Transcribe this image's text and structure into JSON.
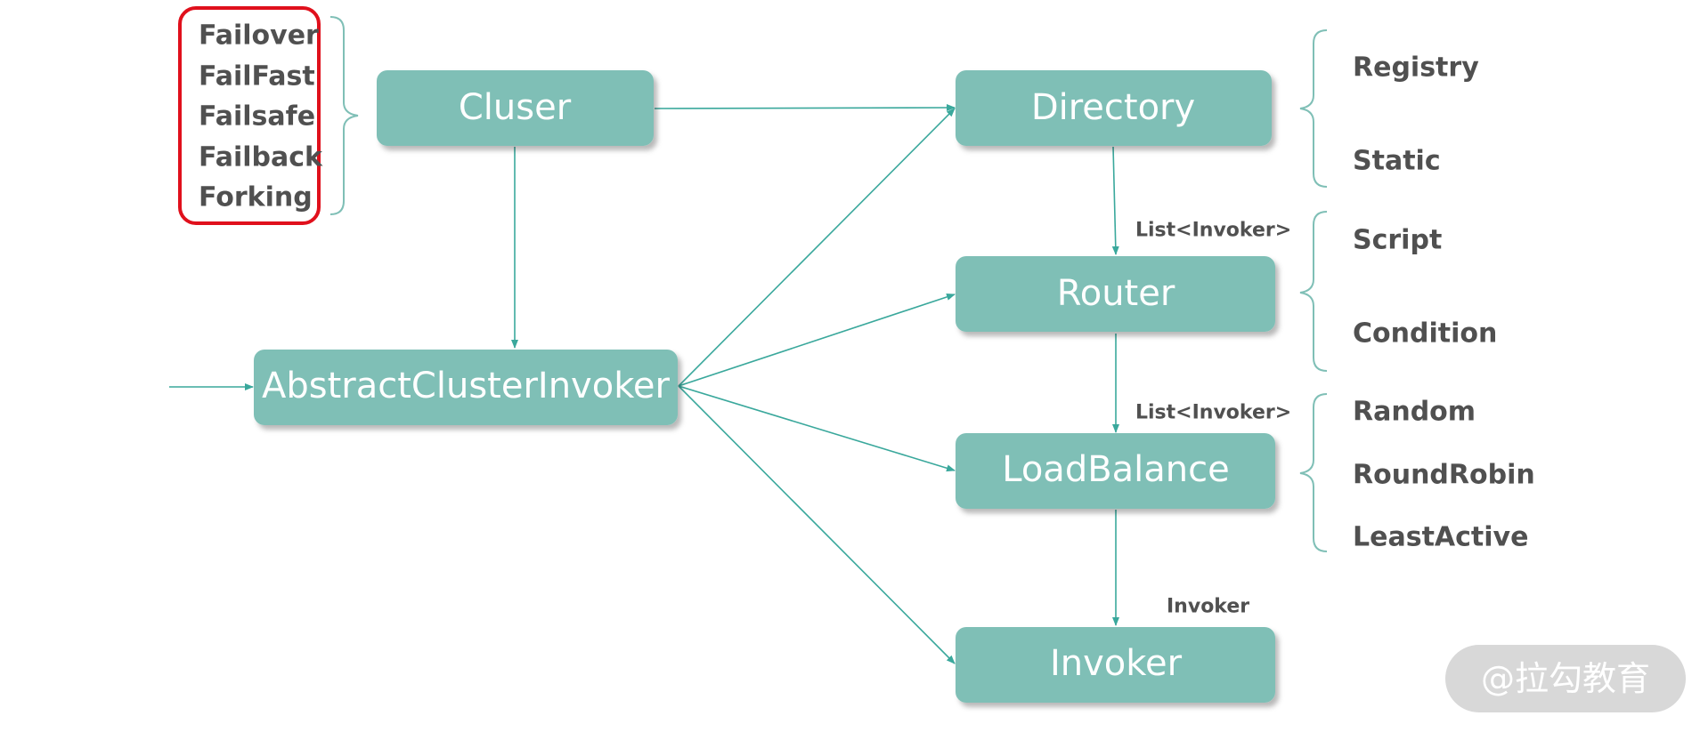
{
  "boxes": {
    "cluser": "Cluser",
    "directory": "Directory",
    "router": "Router",
    "abstract_cluster_invoker": "AbstractClusterInvoker",
    "load_balance": "LoadBalance",
    "invoker": "Invoker"
  },
  "cluster_strategies": [
    "Failover",
    "FailFast",
    "Failsafe",
    "Failback",
    "Forking"
  ],
  "directory_types": [
    "Registry",
    "Static"
  ],
  "router_types": [
    "Script",
    "Condition"
  ],
  "load_balance_types": [
    "Random",
    "RoundRobin",
    "LeastActive"
  ],
  "edge_labels": {
    "directory_to_router": "List<Invoker>",
    "router_to_load_balance": "List<Invoker>",
    "load_balance_to_invoker": "Invoker"
  },
  "watermark": "@拉勾教育",
  "colors": {
    "box_fill": "#7fbfb6",
    "box_text": "#ffffff",
    "connector": "#3aa89c",
    "label_text": "#505050",
    "highlight_border": "#e0101c",
    "watermark_bg": "#d8d8d8"
  }
}
